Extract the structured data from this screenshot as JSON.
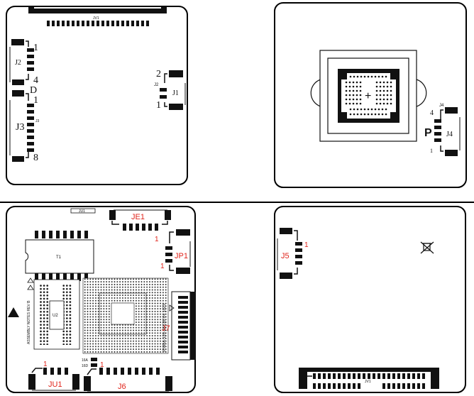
{
  "panel_tl": {
    "jv1": "JV1",
    "j2": "J2",
    "j2_pin1": "1",
    "j2_pin4": "4",
    "d": "D",
    "j3": "J3",
    "j3_small": "J3",
    "j3_pin1": "1",
    "j3_pin8": "8",
    "j1": "J1",
    "j1_small": "J2",
    "j1_pin2": "2",
    "j1_pin1": "1"
  },
  "panel_tr": {
    "plus": "+",
    "j4_small": "J4",
    "j4_pin4": "4",
    "j4_p": "P",
    "j4": "J4",
    "j4_pin1": "1"
  },
  "panel_bl": {
    "ju1_top": "JU1",
    "je1": "JE1",
    "je1_pin1": "1",
    "jp1": "JP1",
    "jp1_pin1": "1",
    "t1": "T1",
    "u2": "U2",
    "j7": "J7",
    "part_text": "IPHRA-120-38X38-V4 1023",
    "side_text": "ASSEMBLY NOTES REV B",
    "j6": "J6",
    "ju1_bottom": "JU1",
    "ju1_pin1": "1",
    "pad_16a": "16A",
    "pad_16d": "16D",
    "pad_pin1": "1"
  },
  "panel_br": {
    "j5": "J5",
    "j5_pin1": "1",
    "jv1": "JV1"
  },
  "colors": {
    "ink": "#111111",
    "red": "#e0241b",
    "line": "#000000"
  }
}
